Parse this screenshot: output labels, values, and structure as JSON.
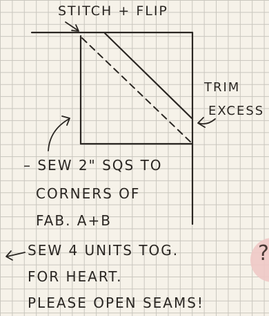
{
  "title": "STITCH + FLIP",
  "side_note": {
    "line1": "TRIM",
    "line2": "EXCESS"
  },
  "step1": {
    "line1": "– SEW 2\" SQS TO",
    "line2": "CORNERS OF",
    "line3": "FAB. A+B"
  },
  "step2": {
    "line1": "SEW 4 UNITS TOG.",
    "line2": "FOR HEART.",
    "line3": "PLEASE OPEN SEAMS!"
  },
  "sticky_note_mark": "?",
  "colors": {
    "paper": "#f6f2e9",
    "grid": "#c9c6be",
    "ink": "#2a2622",
    "sticky_note": "#efc9c6"
  }
}
